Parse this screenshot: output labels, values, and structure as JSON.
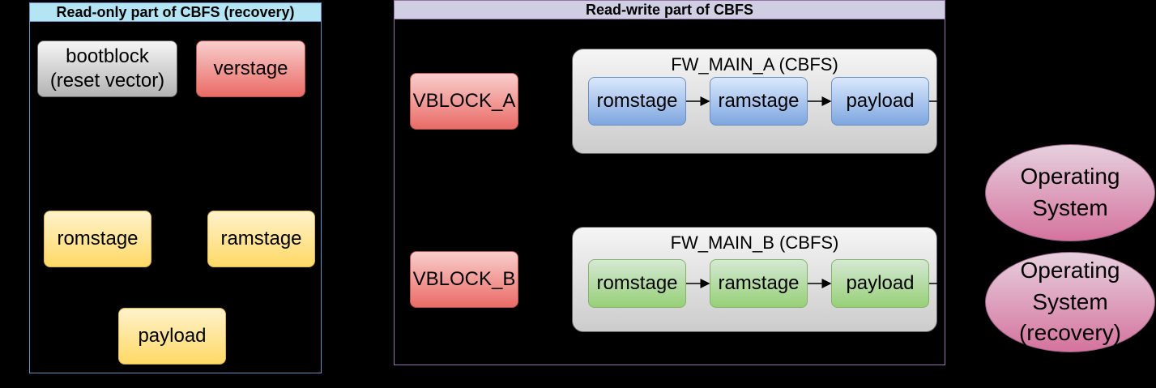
{
  "read_only": {
    "title": "Read-only part of CBFS (recovery)",
    "bootblock": "bootblock (reset vector)",
    "verstage": "verstage",
    "romstage": "romstage",
    "ramstage": "ramstage",
    "payload": "payload"
  },
  "read_write": {
    "title": "Read-write part of CBFS",
    "vblock_a": "VBLOCK_A",
    "vblock_b": "VBLOCK_B",
    "fw_main_a": {
      "label": "FW_MAIN_A (CBFS)",
      "romstage": "romstage",
      "ramstage": "ramstage",
      "payload": "payload"
    },
    "fw_main_b": {
      "label": "FW_MAIN_B (CBFS)",
      "romstage": "romstage",
      "ramstage": "ramstage",
      "payload": "payload"
    }
  },
  "targets": {
    "os": "Operating System",
    "os_recovery": "Operating System (recovery)"
  },
  "colors": {
    "background": "#000000",
    "readonly_header": "#b3e5f5",
    "readwrite_header": "#d0cee2",
    "gray": "#b3b3b3",
    "red": "#ea6b66",
    "yellow": "#ffd966",
    "blue": "#7ea6e0",
    "green": "#97d077",
    "os": "#d5739d"
  }
}
